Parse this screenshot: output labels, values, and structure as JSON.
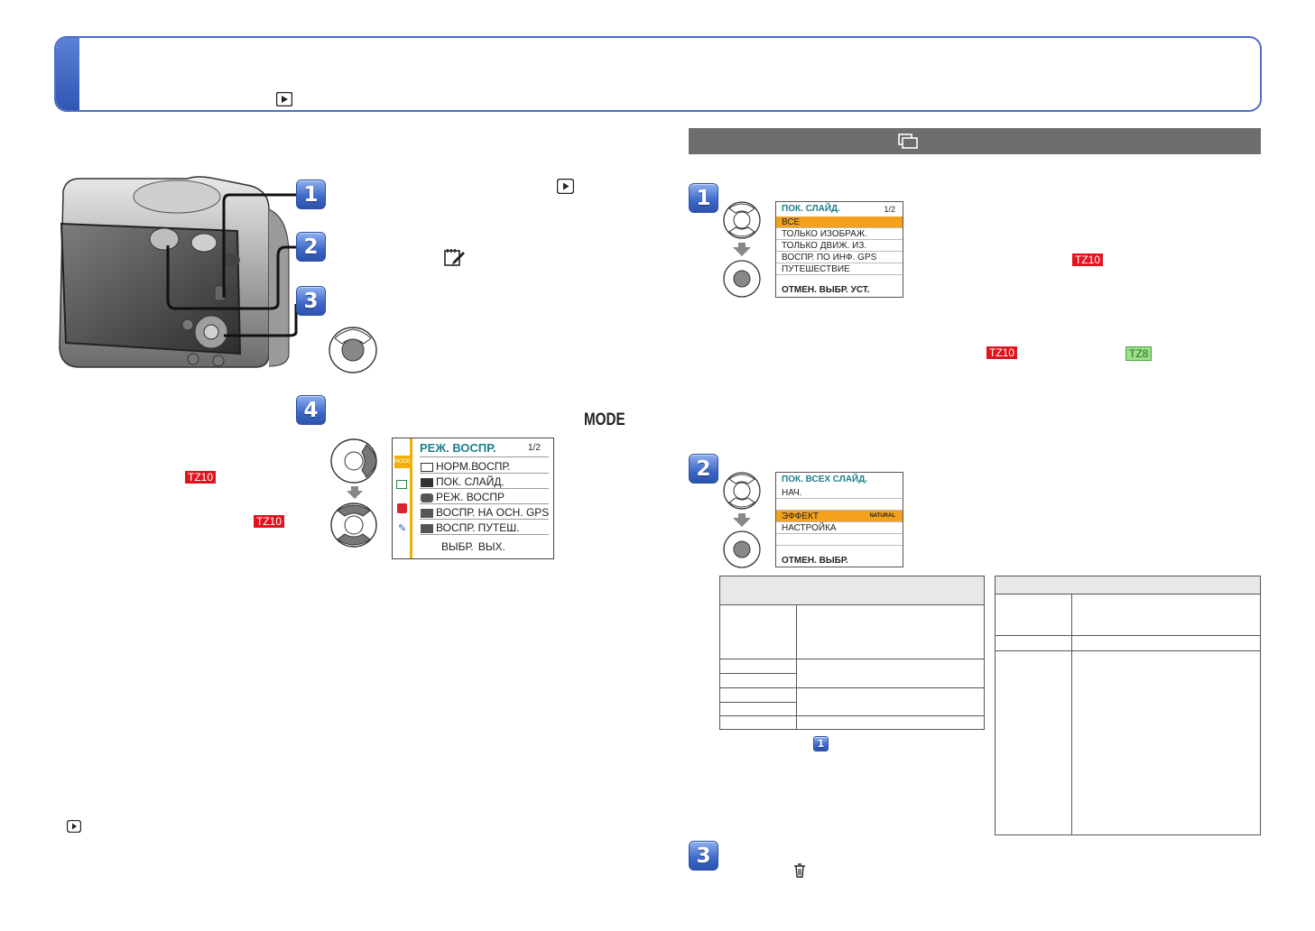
{
  "tags": {
    "tz10": "TZ10",
    "tz8": "TZ8"
  },
  "mode_label": "MODE",
  "steps": [
    "1",
    "2",
    "3",
    "4"
  ],
  "slideshow_menu": {
    "title": "ПОК. СЛАЙД.",
    "page": "1/2",
    "items": [
      "ВСЕ",
      "ТОЛЬКО ИЗОБРАЖ.",
      "ТОЛЬКО ДВИЖ. ИЗ.",
      "ВОСПР. ПО ИНФ. GPS",
      "ПУТЕШЕСТВИЕ"
    ],
    "footer": "ОТМЕН.  ВЫБР.  УСТ."
  },
  "slideshow_all_menu": {
    "title": "ПОК. ВСЕХ СЛАЙД.",
    "items": [
      "НАЧ.",
      "",
      "ЭФФЕКТ",
      "НАСТРОЙКА",
      ""
    ],
    "effect_value": "NATURAL",
    "footer": "ОТМЕН.  ВЫБР."
  },
  "playback_menu": {
    "title": "РЕЖ. ВОСПР.",
    "page": "1/2",
    "items": [
      "НОРМ.ВОСПР.",
      "ПОК. СЛАЙД.",
      "РЕЖ. ВОСПР",
      "ВОСПР. НА ОСН. GPS",
      "ВОСПР. ПУТЕШ."
    ],
    "footer": "ВЫБР.    ВЫХ.",
    "side_label": "MODE"
  },
  "colors": {
    "accent": "#3c67c8",
    "highlight": "#f4a21c",
    "tag_red": "#e0141e",
    "tag_green": "#9adf8c"
  }
}
